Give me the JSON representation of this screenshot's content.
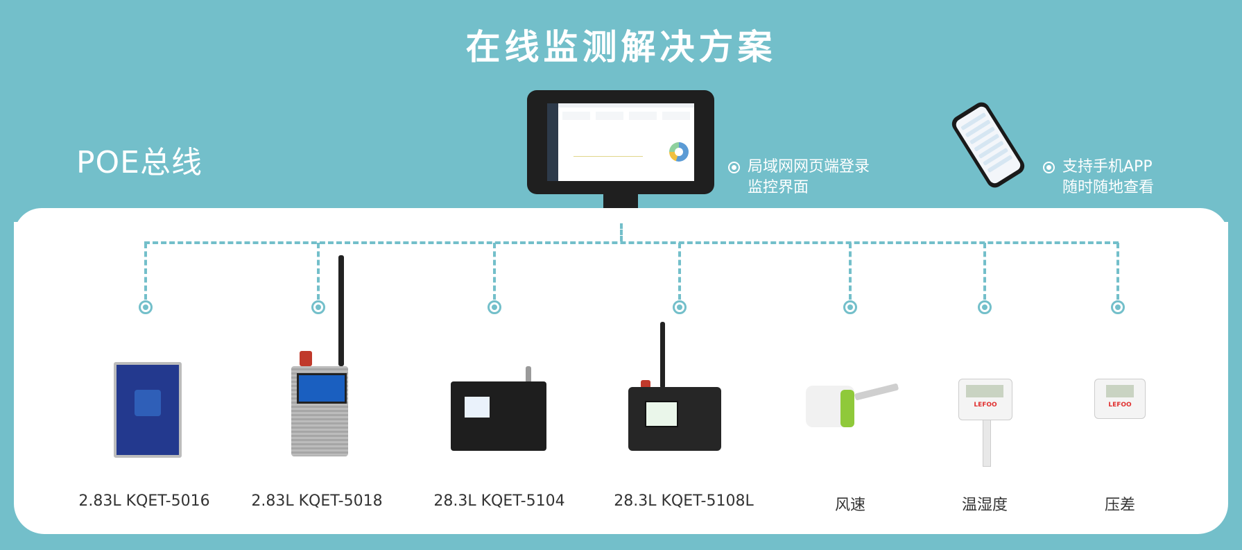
{
  "title": "在线监测解决方案",
  "bus_label": "POE总线",
  "notes": [
    {
      "lines": [
        "局域网网页端登录",
        "监控界面"
      ]
    },
    {
      "lines": [
        "支持手机APP",
        "随时随地查看"
      ]
    }
  ],
  "devices": [
    {
      "label": "2.83L KQET-5016"
    },
    {
      "label": "2.83L KQET-5018"
    },
    {
      "label": "28.3L KQET-5104"
    },
    {
      "label": "28.3L KQET-5108L"
    },
    {
      "label": "风速"
    },
    {
      "label": "温湿度"
    },
    {
      "label": "压差"
    }
  ],
  "brand_mark": "LEFOO",
  "colors": {
    "accent": "#73bfca",
    "text": "#333333",
    "panel": "#ffffff"
  }
}
